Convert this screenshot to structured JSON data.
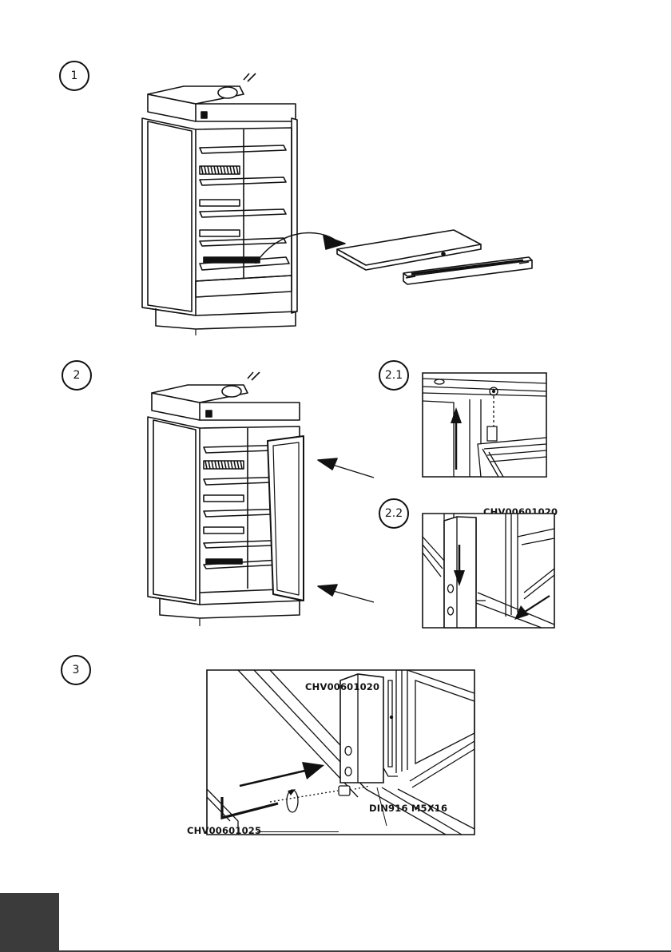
{
  "steps": {
    "s1": "1",
    "s2": "2",
    "s21": "2.1",
    "s22": "2.2",
    "s3": "3"
  },
  "parts": {
    "hinge_block": "CHV00601020",
    "hinge_block_detail": "CHV00601020",
    "screw": "DIN916 M5X16",
    "allen_key": "CHV00601025"
  },
  "colors": {
    "line": "#111111",
    "tab": "#3b3b3b"
  }
}
